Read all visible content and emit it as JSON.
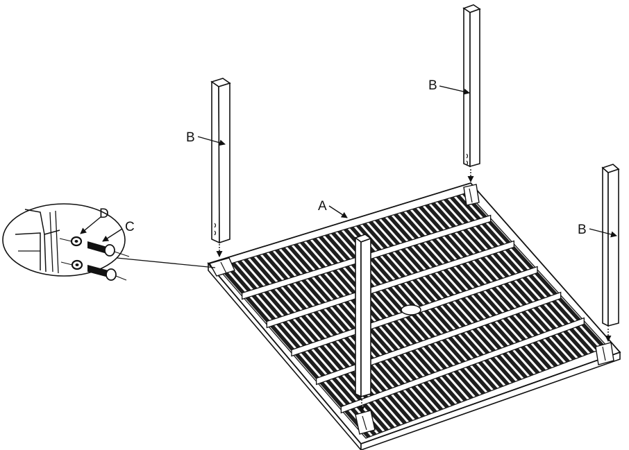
{
  "diagram": {
    "labels": {
      "table_top": "A",
      "leg": "B",
      "bolt": "C",
      "washer": "D"
    },
    "colors": {
      "line": "#111111",
      "fill": "#ffffff",
      "slat_dark": "#1e1e1e"
    }
  }
}
